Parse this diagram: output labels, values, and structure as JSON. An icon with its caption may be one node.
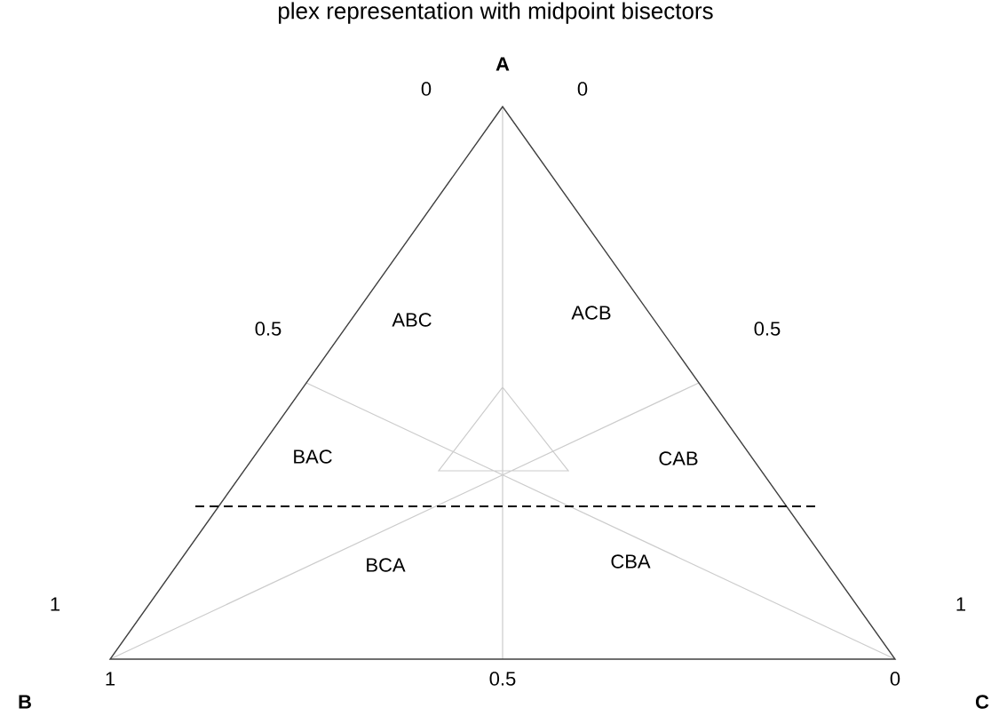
{
  "diagram": {
    "title": "plex representation with midpoint bisectors",
    "labels": [
      "A",
      "0",
      "0",
      "ABC",
      "ACB",
      "0.5",
      "0.5",
      "BAC",
      "CAB",
      "BCA",
      "CBA",
      "1",
      "1",
      "1",
      "0.5",
      "0",
      "B",
      "C"
    ]
  }
}
